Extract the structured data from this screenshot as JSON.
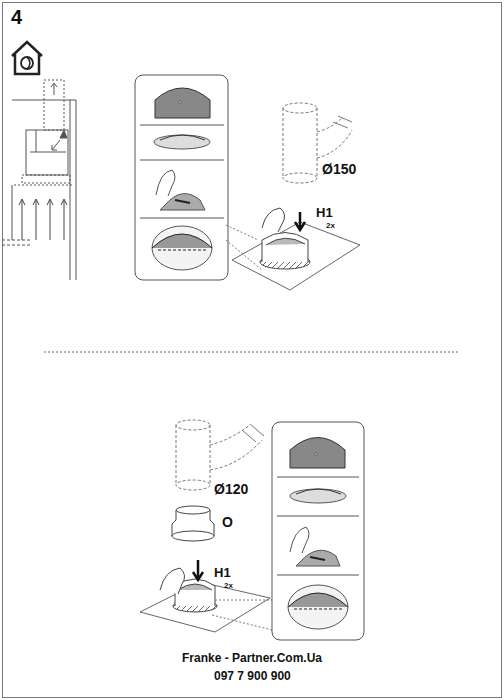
{
  "diagram": {
    "labels": [
      "4",
      "Ø150",
      "H1",
      "2x",
      "Ø120",
      "O",
      "H1",
      "2x",
      "Franke - Partner.Com.Ua",
      "097 7 900 900"
    ]
  }
}
